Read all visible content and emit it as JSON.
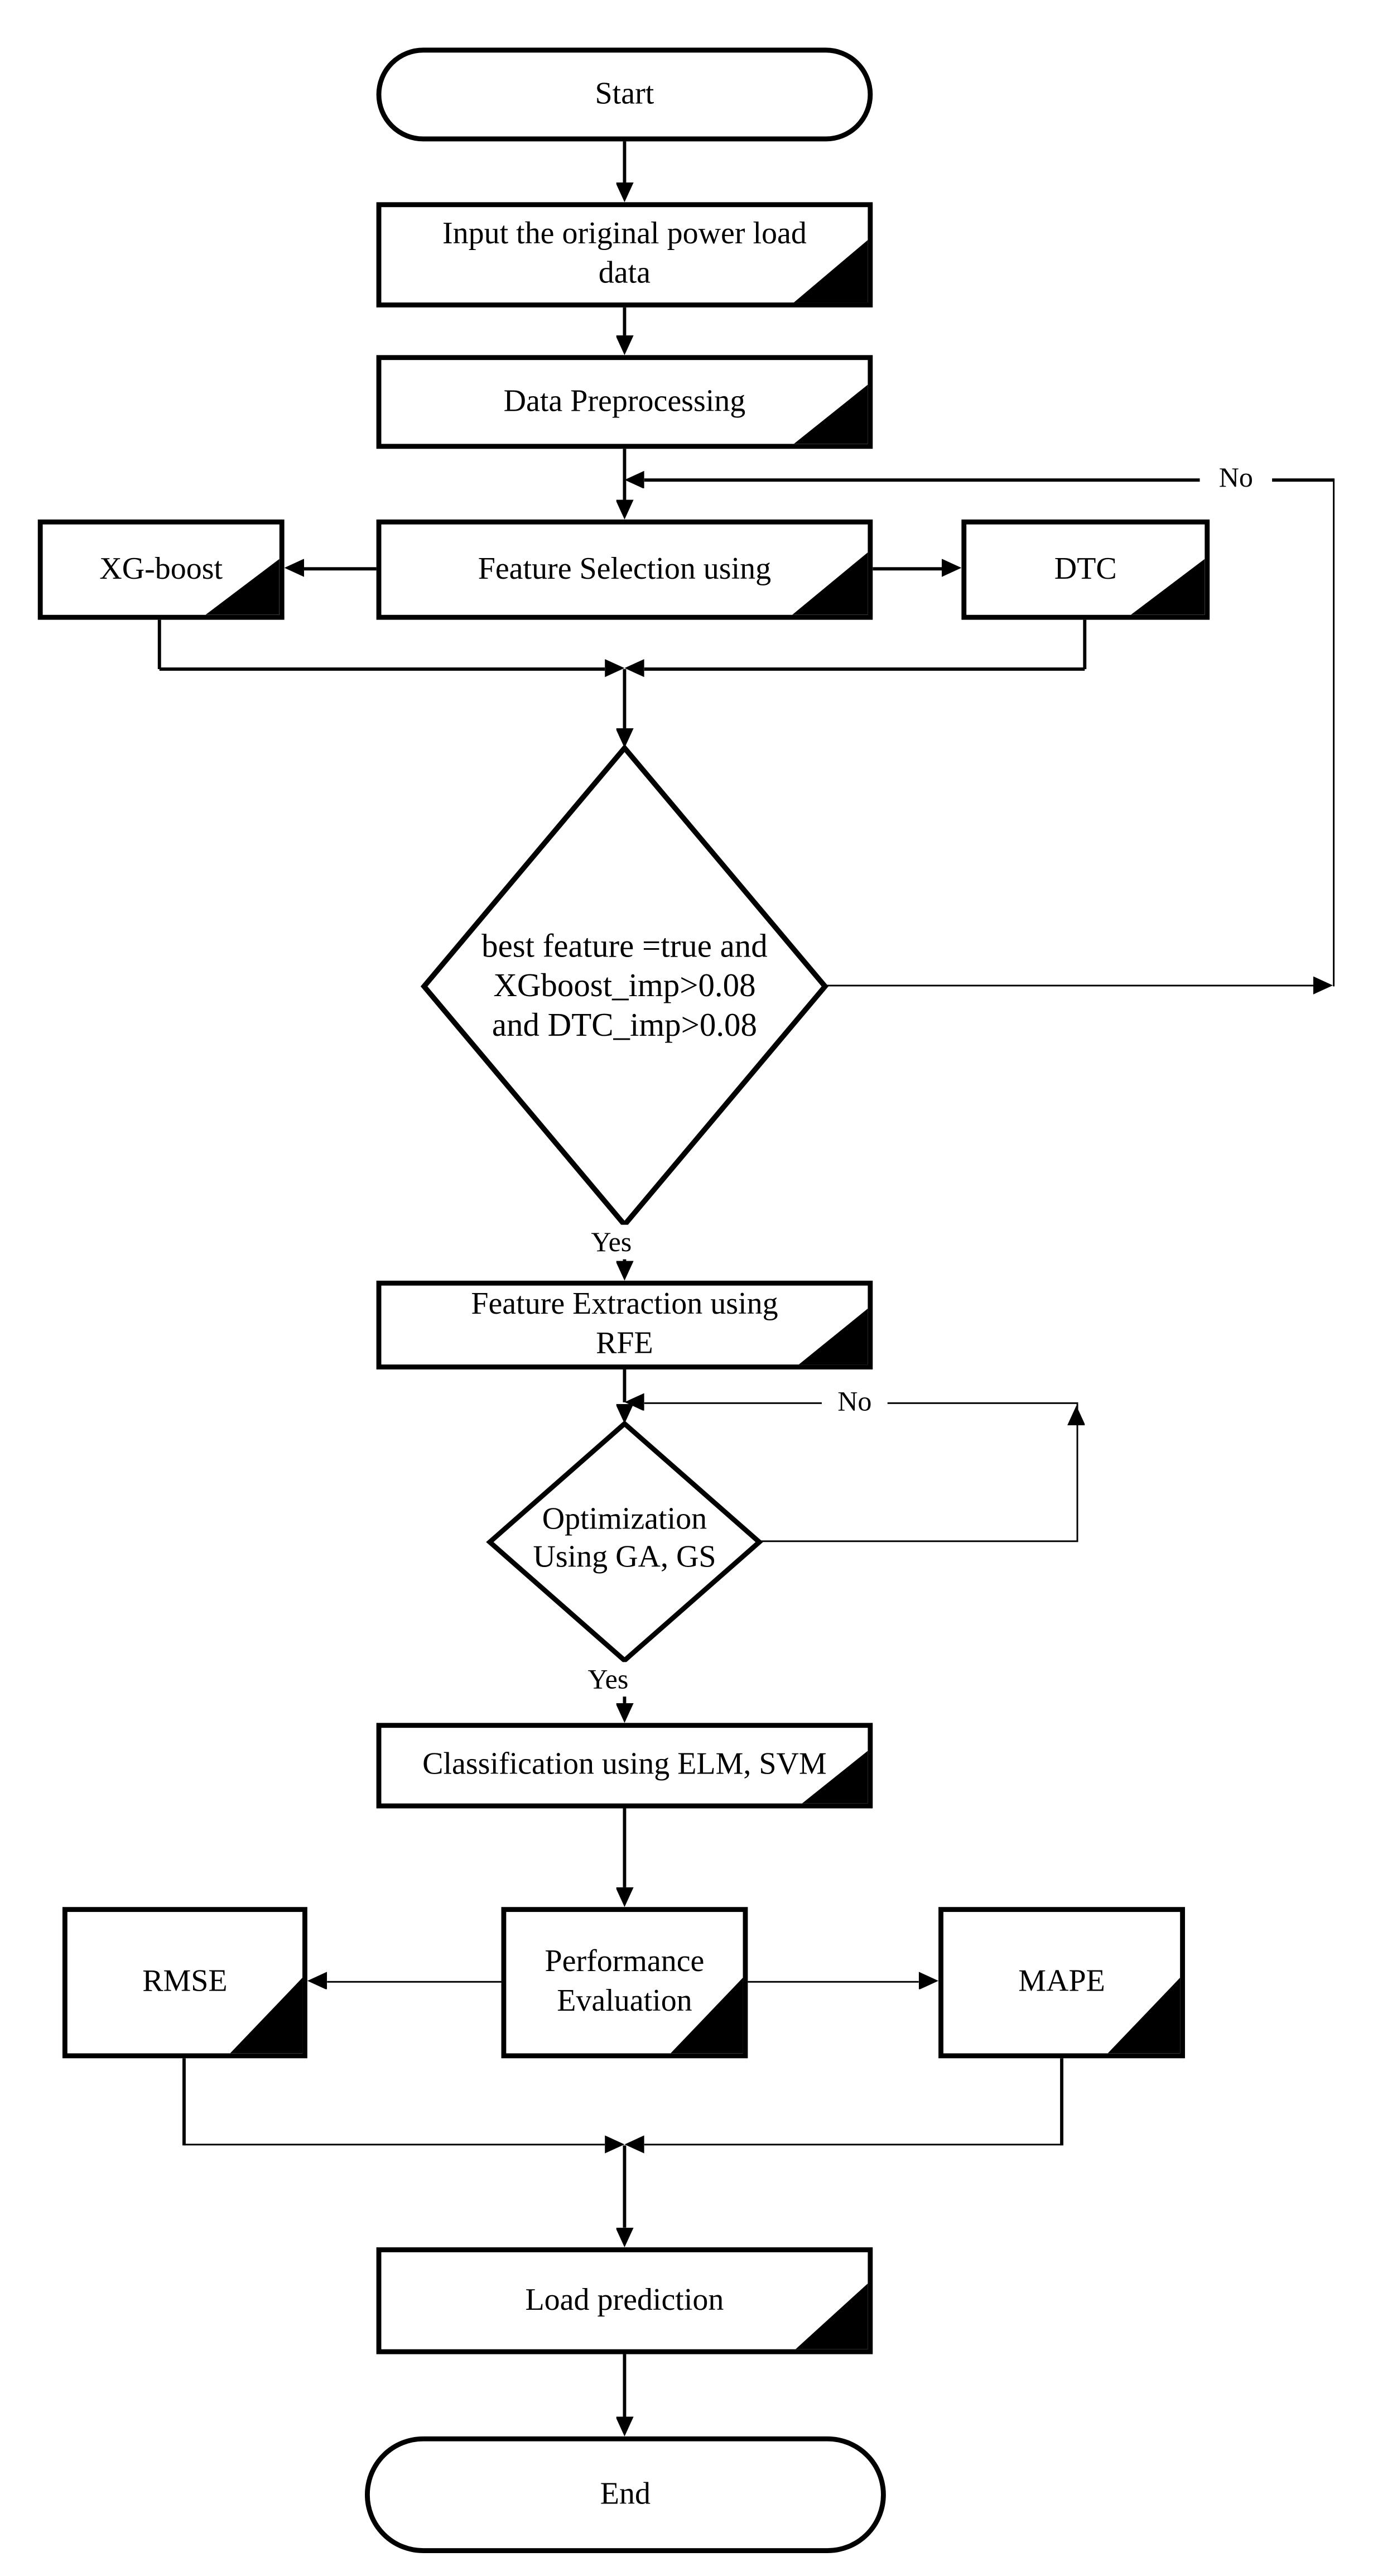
{
  "colors": {
    "stroke": "#000000",
    "fill": "#ffffff",
    "text": "#000000"
  },
  "nodes": {
    "start": {
      "label": "Start"
    },
    "input": {
      "line1": "Input the original power load",
      "line2": "data"
    },
    "preprocess": {
      "label": "Data Preprocessing"
    },
    "feature_selection": {
      "label": "Feature Selection using"
    },
    "xgboost": {
      "label": "XG-boost"
    },
    "dtc": {
      "label": "DTC"
    },
    "feature_decision": {
      "line1": "best feature =true and",
      "line2": "XGboost_imp>0.08",
      "line3": "and DTC_imp>0.08"
    },
    "feature_extraction": {
      "line1": "Feature Extraction using",
      "line2": "RFE"
    },
    "optimization_decision": {
      "line1": "Optimization",
      "line2": "Using GA, GS"
    },
    "classification": {
      "label": "Classification using ELM, SVM"
    },
    "rmse": {
      "label": "RMSE"
    },
    "performance": {
      "line1": "Performance",
      "line2": "Evaluation"
    },
    "mape": {
      "label": "MAPE"
    },
    "load_prediction": {
      "label": "Load prediction"
    },
    "end": {
      "label": "End"
    }
  },
  "edge_labels": {
    "feature_decision_no": "No",
    "feature_decision_yes": "Yes",
    "optimization_no": "No",
    "optimization_yes": "Yes"
  }
}
